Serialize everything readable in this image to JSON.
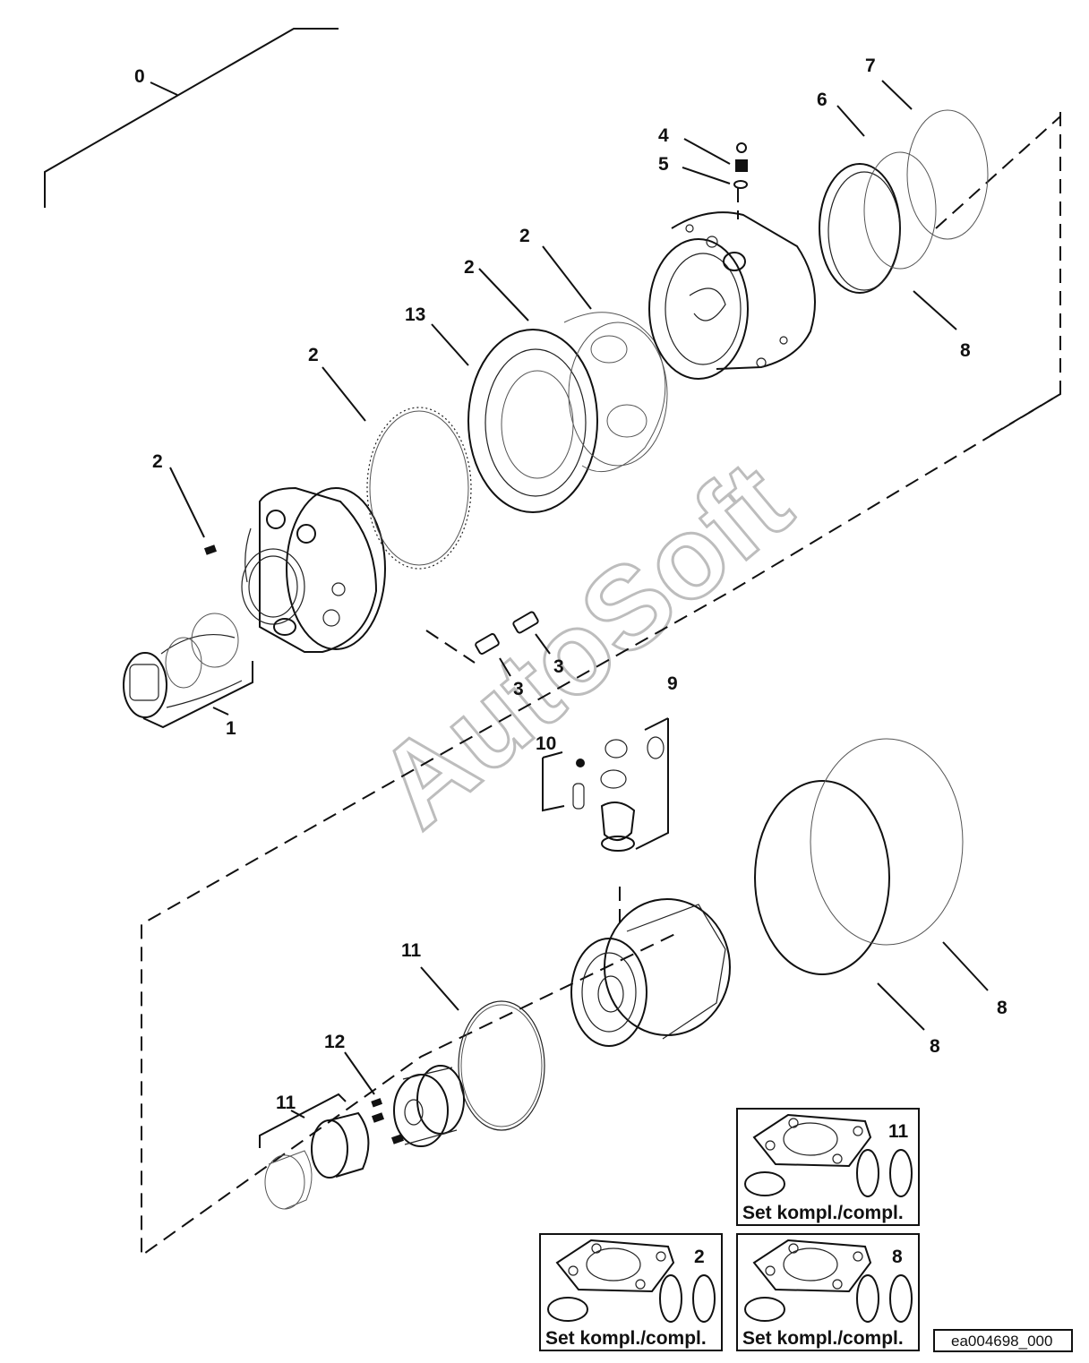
{
  "watermark": "AutoSoft",
  "labels": {
    "l0": "0",
    "l1": "1",
    "l2a": "2",
    "l2b": "2",
    "l2c": "2",
    "l2d": "2",
    "l3a": "3",
    "l3b": "3",
    "l4": "4",
    "l5": "5",
    "l6": "6",
    "l7": "7",
    "l8a": "8",
    "l8b": "8",
    "l8c": "8",
    "l9": "9",
    "l10": "10",
    "l11a": "11",
    "l11b": "11",
    "l12": "12",
    "l13": "13"
  },
  "kits": [
    {
      "number": "11",
      "caption": "Set kompl./compl."
    },
    {
      "number": "2",
      "caption": "Set kompl./compl."
    },
    {
      "number": "8",
      "caption": "Set kompl./compl."
    }
  ],
  "reference": "ea004698_000"
}
